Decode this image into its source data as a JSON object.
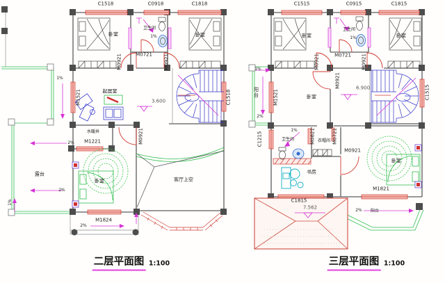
{
  "colors": {
    "wall": "#5c5c5c",
    "window_red": "#cf3a30",
    "window_fill": "#f4bcb4",
    "inner_window_magenta": "#d633d6",
    "stair_blue": "#3434c8",
    "green": "#2fbf4f",
    "cyan": "#14aec6",
    "roof_red": "#cf4a42",
    "title_underline": "#e040e0"
  },
  "floor2": {
    "title": "二层平面图",
    "scale": "1:100",
    "labels": {
      "c1518_top": "C1518",
      "c0918_top": "C0918",
      "c1818_top": "C1818",
      "bedroom_tl": "卧室",
      "bathroom": "卫生间",
      "bath_slope": "1%",
      "bedroom_tr": "卧室",
      "door_bed_left": "M0921",
      "door_bath": "M0721",
      "door_bed_right": "M0921",
      "win_living": "M1521",
      "living": "起居室",
      "level": "3.600",
      "win_stair": "C1518",
      "corridor_slope": "1%",
      "terrace_slope_upper": "2%",
      "terrace": "露台",
      "terrace_slope_lower": "2%",
      "terrace_edge_slope": "1%",
      "utility": "水暖井",
      "win_utility": "M1221",
      "door_hall": "M0921",
      "bedroom_b": "卧室",
      "win_bedroom_b": "M1824",
      "porch_slope": "2%",
      "void": "客厅上空"
    }
  },
  "floor3": {
    "title": "三层平面图",
    "scale": "1:100",
    "labels": {
      "c1515_top": "C1515",
      "c0915_top": "C0915",
      "c1815_top": "C1815",
      "bedroom_tl": "卧室",
      "bathroom": "卫生间",
      "bath_slope": "1%",
      "bedroom_tr": "卧室",
      "door_bed_left": "M0921",
      "door_bath": "M0721",
      "door_bed_right": "M0921",
      "balcony_slope_top": "1%",
      "balcony": "阳台",
      "win_balcony": "M1521",
      "balcony_slope": "2%",
      "bedroom_mid": "卧室",
      "door_bedroom": "M0921",
      "level": "6.900",
      "win_stair": "C1515",
      "win_c1215": "C1215",
      "bath_b_slope": "1%",
      "bathroom_b": "卫生间",
      "door_m0821": "M0821",
      "closet": "衣帽间",
      "door_m0721": "M0721",
      "door_study": "M0921",
      "study": "书房",
      "win_study": "C1815",
      "win_bedroom_br": "M1821",
      "bedroom_br": "卧室",
      "bay_slope": "2%",
      "bay_balcony": "阳台",
      "roof_level": "7.562"
    }
  }
}
